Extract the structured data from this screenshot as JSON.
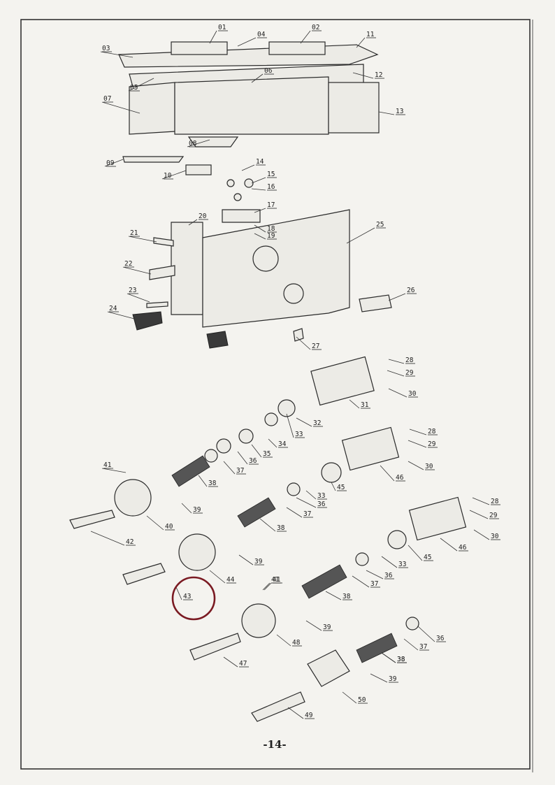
{
  "diagram": {
    "page_number": "-14-",
    "highlighted_part": "43",
    "highlight_color": "#7a1a22",
    "line_color": "#2a2a2a",
    "part_labels": [
      "01",
      "02",
      "03",
      "04",
      "05",
      "06",
      "07",
      "08",
      "09",
      "10",
      "11",
      "12",
      "13",
      "14",
      "15",
      "16",
      "17",
      "18",
      "19",
      "20",
      "21",
      "22",
      "23",
      "24",
      "25",
      "26",
      "27",
      "28",
      "29",
      "30",
      "31",
      "32",
      "33",
      "34",
      "35",
      "36",
      "37",
      "38",
      "28",
      "29",
      "30",
      "33",
      "36",
      "37",
      "38",
      "39",
      "40",
      "41",
      "42",
      "45",
      "46",
      "28",
      "29",
      "30",
      "33",
      "36",
      "37",
      "38",
      "39",
      "41",
      "43",
      "44",
      "45",
      "46",
      "36",
      "37",
      "38",
      "39",
      "41",
      "47",
      "48",
      "38",
      "39",
      "49",
      "50"
    ]
  }
}
